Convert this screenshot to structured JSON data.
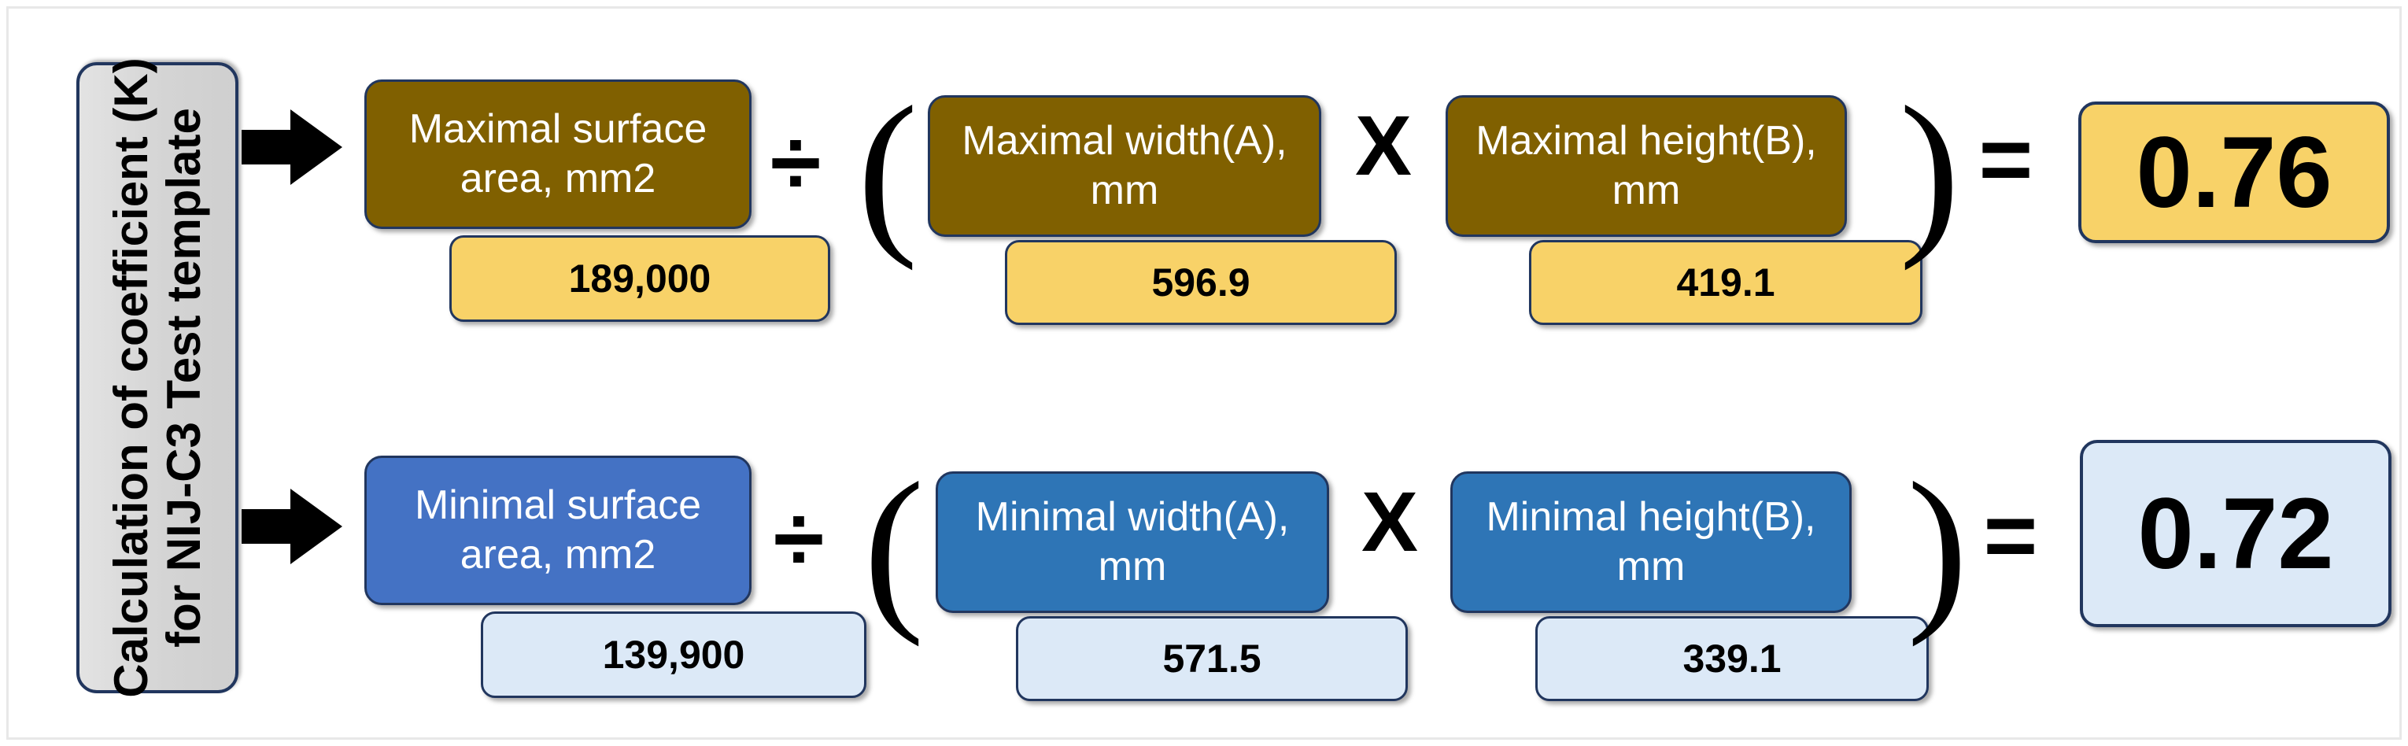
{
  "figure": {
    "side_label": {
      "line1": "Calculation of coefficient (K)",
      "line2": "for NIJ-C3 Test template"
    },
    "operators": {
      "divide": "÷",
      "times": "X",
      "equals": "=",
      "paren_open": "(",
      "paren_close": ")"
    },
    "rows": [
      {
        "id": "maximal",
        "arrow": "arrow-right-icon",
        "area": {
          "label": "Maximal surface area, mm2",
          "value": "189,000"
        },
        "width": {
          "label": "Maximal width(A), mm",
          "value": "596.9"
        },
        "height": {
          "label": "Maximal height(B), mm",
          "value": "419.1"
        },
        "result": "0.76"
      },
      {
        "id": "minimal",
        "arrow": "arrow-right-icon",
        "area": {
          "label": "Minimal surface area, mm2",
          "value": "139,900"
        },
        "width": {
          "label": "Minimal width(A), mm",
          "value": "571.5"
        },
        "height": {
          "label": "Minimal height(B), mm",
          "value": "339.1"
        },
        "result": "0.72"
      }
    ],
    "colors": {
      "brown": "#806000",
      "gold": "#F8D268",
      "blue": "#4472C4",
      "blue_dark": "#2E75B6",
      "light_blue": "#DCE9F7",
      "gray": "#D9D9D9",
      "border_navy": "#21365E"
    }
  }
}
